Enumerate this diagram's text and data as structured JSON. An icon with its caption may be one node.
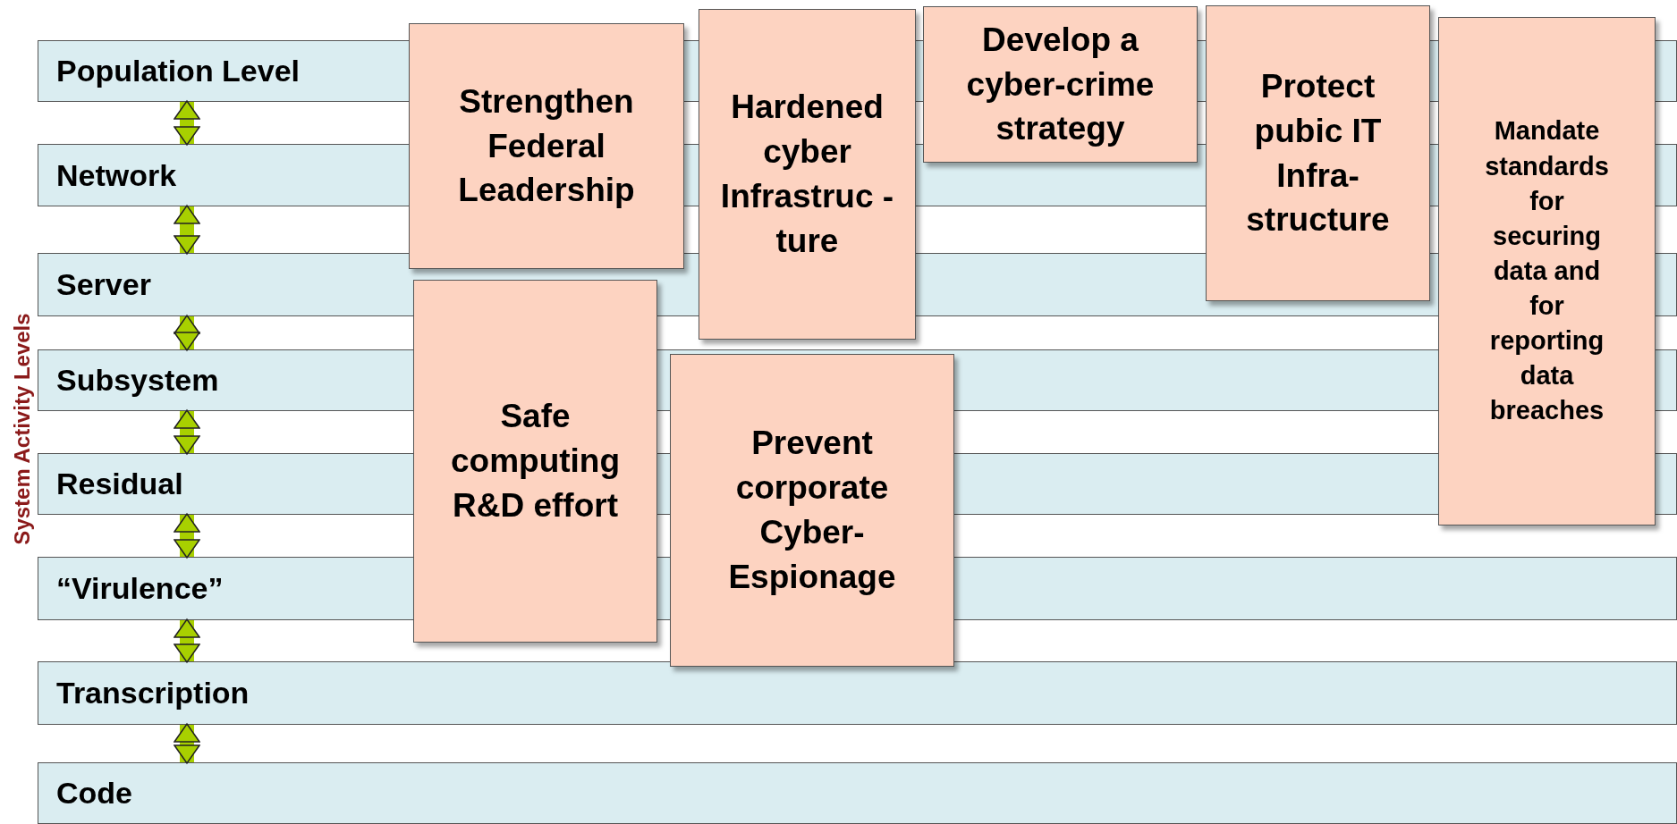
{
  "diagram": {
    "nodes": [
      {
        "text": [
          "Population Level"
        ]
      },
      {
        "text": [
          "Network"
        ]
      },
      {
        "text": [
          "Server"
        ]
      },
      {
        "text": [
          "Subsystem"
        ]
      },
      {
        "text": [
          "Residual"
        ]
      },
      {
        "text": [
          "“Virulence”"
        ]
      },
      {
        "text": [
          "Transcription"
        ]
      },
      {
        "text": [
          "Code"
        ]
      },
      {
        "text": [
          "Strengthen Federal Leadership"
        ]
      },
      {
        "text": [
          "Hardened cyber Infrastruc -ture"
        ]
      },
      {
        "text": [
          "Develop a cyber-crime strategy"
        ]
      },
      {
        "text": [
          "Protect pubic IT Infra- structure"
        ]
      },
      {
        "text": [
          "Mandate standards for securing data and for reporting data breaches"
        ]
      },
      {
        "text": [
          "Safe computing R&D effort"
        ]
      },
      {
        "text": [
          "Prevent corporate Cyber- Espionage"
        ]
      }
    ],
    "edges": [
      {
        "from": 0,
        "to": 1,
        "arrow": "both"
      },
      {
        "from": 1,
        "to": 2,
        "arrow": "both"
      },
      {
        "from": 2,
        "to": 3,
        "arrow": "both"
      },
      {
        "from": 3,
        "to": 4,
        "arrow": "both"
      },
      {
        "from": 4,
        "to": 5,
        "arrow": "both"
      },
      {
        "from": 5,
        "to": 6,
        "arrow": "both"
      },
      {
        "from": 6,
        "to": 7,
        "arrow": "both"
      }
    ],
    "labels": [
      "System Activity Levels"
    ]
  }
}
